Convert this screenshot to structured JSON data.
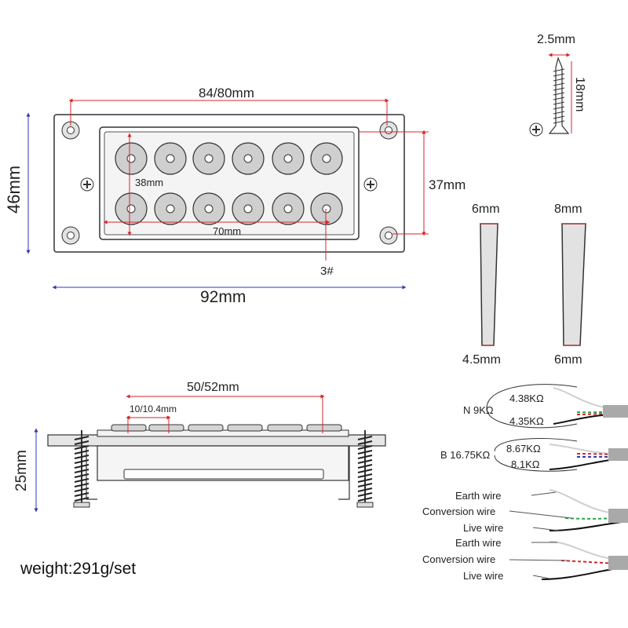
{
  "pickup_top": {
    "mounting_spacing": "84/80mm",
    "pole_row_spacing": "38mm",
    "pole_span": "70mm",
    "height": "46mm",
    "cover_height": "37mm",
    "width": "92mm",
    "pole_callout": "3#"
  },
  "screw": {
    "diameter": "2.5mm",
    "length": "18mm"
  },
  "side_profiles": [
    {
      "top": "6mm",
      "bottom": "4.5mm"
    },
    {
      "top": "8mm",
      "bottom": "6mm"
    }
  ],
  "pickup_side": {
    "pole_spacing": "50/52mm",
    "pole_width": "10/10.4mm",
    "height": "25mm"
  },
  "weight": "weight:291g/set",
  "wiring": {
    "neck": {
      "label": "N 9KΩ",
      "coil_1": "4.38KΩ",
      "coil_2": "4.35KΩ"
    },
    "bridge": {
      "label": "B 16.75KΩ",
      "coil_1": "8.67KΩ",
      "coil_2": "8.1KΩ"
    },
    "legend_1": [
      "Earth wire",
      "Conversion wire",
      "Live wire"
    ],
    "legend_2": [
      "Earth wire",
      "Conversion wire",
      "Live wire"
    ]
  },
  "colors": {
    "dimension_red": "#d9262b",
    "dimension_blue": "#2d3bb0",
    "outline": "#333333",
    "pole_fill": "#cfcfcf",
    "body_fill": "#e6e6e6"
  }
}
